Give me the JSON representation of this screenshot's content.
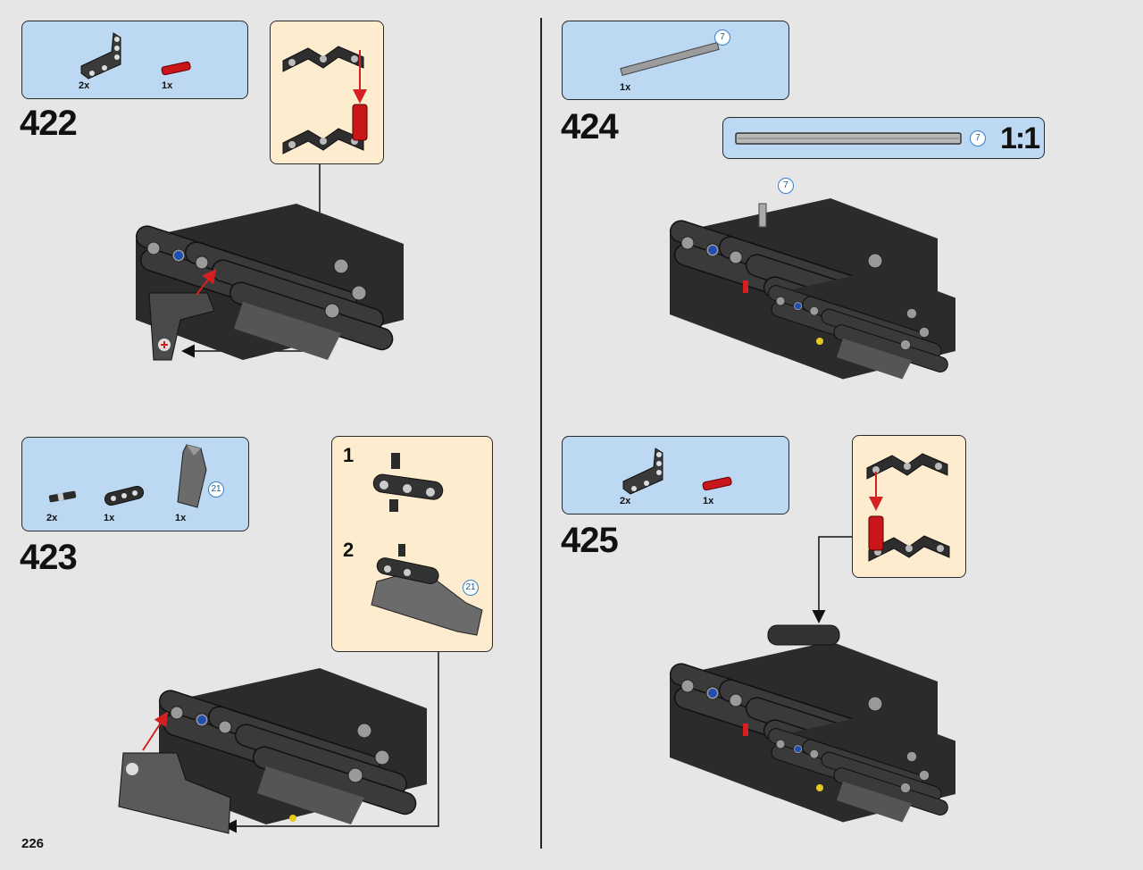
{
  "page_number": "226",
  "colors": {
    "parts_box": "#bcd8f2",
    "submodel_box": "#fdeccd",
    "page_bg": "#e6e6e6",
    "arrow_red": "#d42020"
  },
  "steps": [
    {
      "number": "422",
      "parts": [
        {
          "name": "bent-liftarm-icon",
          "qty": "2x"
        },
        {
          "name": "red-axle-pin-icon",
          "qty": "1x"
        }
      ]
    },
    {
      "number": "423",
      "parts": [
        {
          "name": "connector-pin-icon",
          "qty": "2x"
        },
        {
          "name": "liftarm-3-icon",
          "qty": "1x",
          "callout": "21"
        },
        {
          "name": "panel-icon",
          "qty": "1x"
        }
      ],
      "substeps": [
        {
          "label": "1"
        },
        {
          "label": "2",
          "callout": "21"
        }
      ]
    },
    {
      "number": "424",
      "parts": [
        {
          "name": "axle-7-icon",
          "qty": "1x",
          "callout": "7"
        }
      ],
      "scale": {
        "callout": "7",
        "label": "1:1"
      },
      "model_callout": "7"
    },
    {
      "number": "425",
      "parts": [
        {
          "name": "bent-liftarm-icon",
          "qty": "2x"
        },
        {
          "name": "red-axle-pin-icon",
          "qty": "1x"
        }
      ]
    }
  ]
}
